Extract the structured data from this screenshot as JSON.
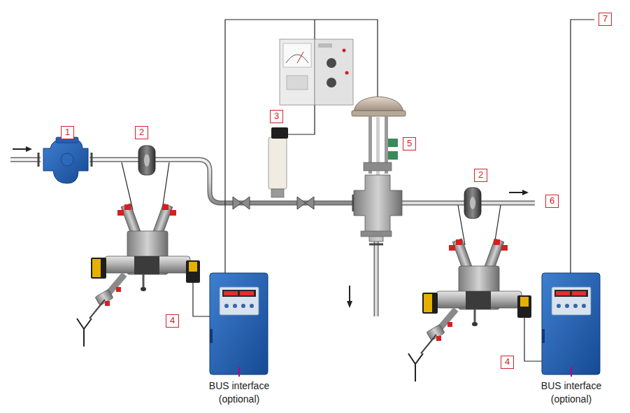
{
  "diagram": {
    "labels": [
      "7",
      "1",
      "2",
      "3",
      "5",
      "2",
      "6",
      "4",
      "4",
      "BUS interface (optional)",
      "BUS interface (optional)"
    ]
  }
}
